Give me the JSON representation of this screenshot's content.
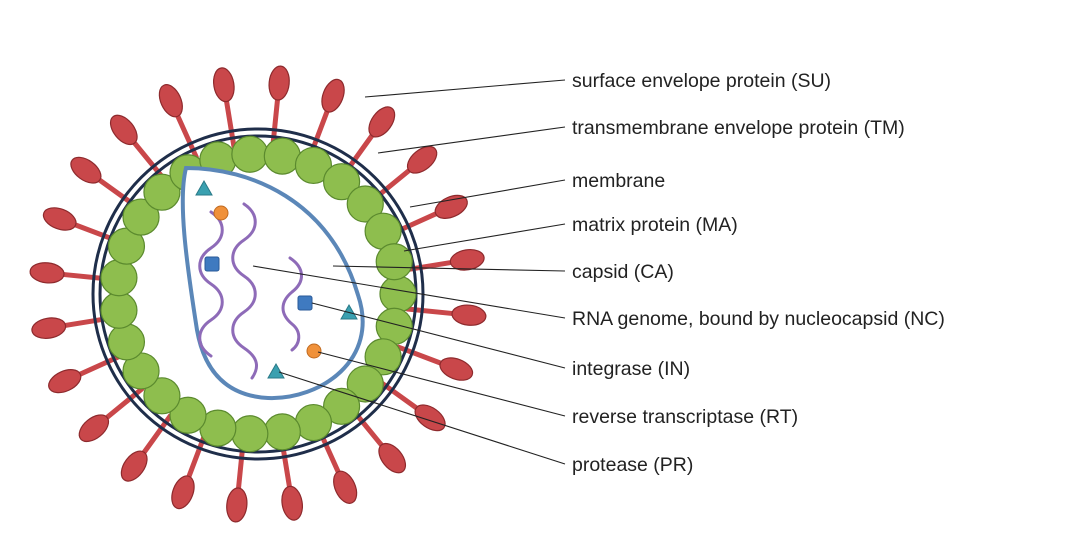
{
  "labels": [
    "surface envelope protein (SU)",
    "transmembrane envelope protein (TM)",
    "membrane",
    "matrix protein (MA)",
    "capsid (CA)",
    "RNA genome, bound by nucleocapsid (NC)",
    "integrase (IN)",
    "reverse transcriptase (RT)",
    "protease (PR)"
  ],
  "colors": {
    "spike_fill": "#c9474a",
    "spike_stroke": "#8e2a2d",
    "matrix_fill": "#8ebe4e",
    "matrix_stroke": "#5b8a2e",
    "membrane": "#1f2e4a",
    "capsid_stroke": "#5b87b8",
    "rna": "#8e6bb8",
    "integrase": "#3f7ac0",
    "reverse_transcriptase": "#f0913a",
    "protease": "#3aa0b0"
  }
}
